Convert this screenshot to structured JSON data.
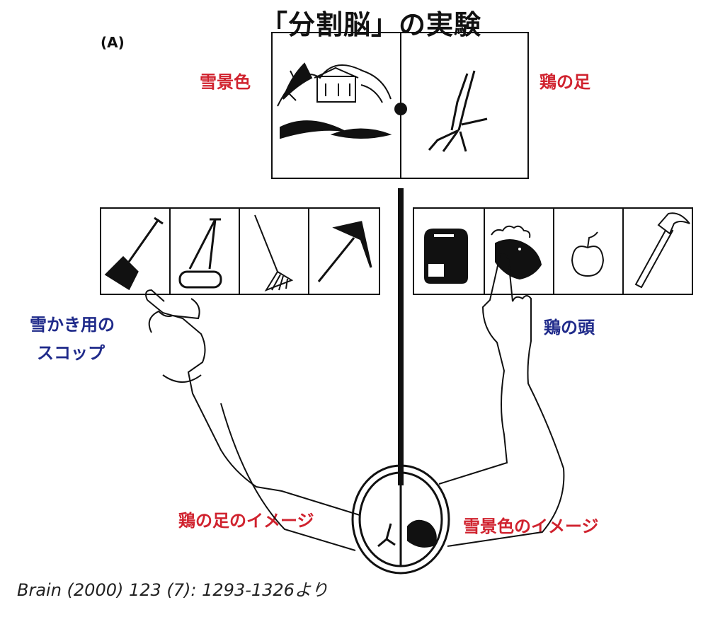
{
  "title": "「分割脳」の実験",
  "panel_label": "(A)",
  "labels": {
    "left_stimulus": "雪景色",
    "right_stimulus": "鶏の足",
    "left_choice_line1": "雪かき用の",
    "left_choice_line2": "スコップ",
    "right_choice": "鶏の頭",
    "left_brain_image": "鶏の足のイメージ",
    "right_brain_image": "雪景色のイメージ"
  },
  "citation": "Brain (2000) 123 (7): 1293-1326より",
  "colors": {
    "red": "#d0222e",
    "blue": "#1f2a8a",
    "line": "#111111"
  },
  "icons": {
    "left_screen": "snow-scene-icon",
    "right_screen": "chicken-foot-icon",
    "left_cards": [
      "shovel-icon",
      "lawn-roller-icon",
      "rake-icon",
      "pickaxe-icon"
    ],
    "right_cards": [
      "toaster-icon",
      "chicken-head-icon",
      "apple-icon",
      "hammer-icon"
    ]
  }
}
